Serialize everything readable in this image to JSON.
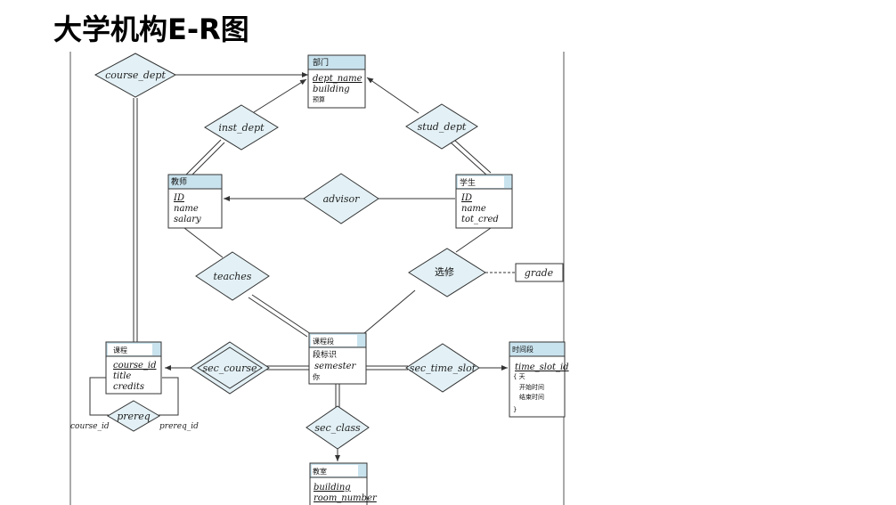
{
  "title": "大学机构E-R图",
  "entities": {
    "department": {
      "name": "部门",
      "attrs": [
        "dept_name",
        "building",
        "预算"
      ]
    },
    "instructor": {
      "name": "教师",
      "attrs": [
        "ID",
        "name",
        "salary"
      ]
    },
    "student": {
      "name": "学生",
      "attrs": [
        "ID",
        "name",
        "tot_cred"
      ]
    },
    "course": {
      "name": "课程",
      "attrs": [
        "course_id",
        "title",
        "credits"
      ]
    },
    "section": {
      "name": "课程段",
      "attrs": [
        "段标识",
        "semester",
        "你"
      ]
    },
    "time_slot": {
      "name": "时间段",
      "attrs": [
        "time_slot_id",
        "{ 天",
        "开始时间",
        "结束时间",
        "}"
      ]
    },
    "classroom": {
      "name": "教室",
      "attrs": [
        "building",
        "room_number"
      ]
    }
  },
  "relationships": {
    "course_dept": "course_dept",
    "inst_dept": "inst_dept",
    "stud_dept": "stud_dept",
    "advisor": "advisor",
    "teaches": "teaches",
    "takes": "选修",
    "sec_course": "sec_course",
    "sec_time_slot": "sec_time_slot",
    "sec_class": "sec_class",
    "prereq": "prereq"
  },
  "attributes": {
    "grade": "grade"
  },
  "roles": {
    "course_id": "course_id",
    "prereq_id": "prereq_id"
  },
  "colors": {
    "entity_header": "#c9e3ee",
    "diamond_fill": "#e3f1f6",
    "line": "#333333"
  }
}
